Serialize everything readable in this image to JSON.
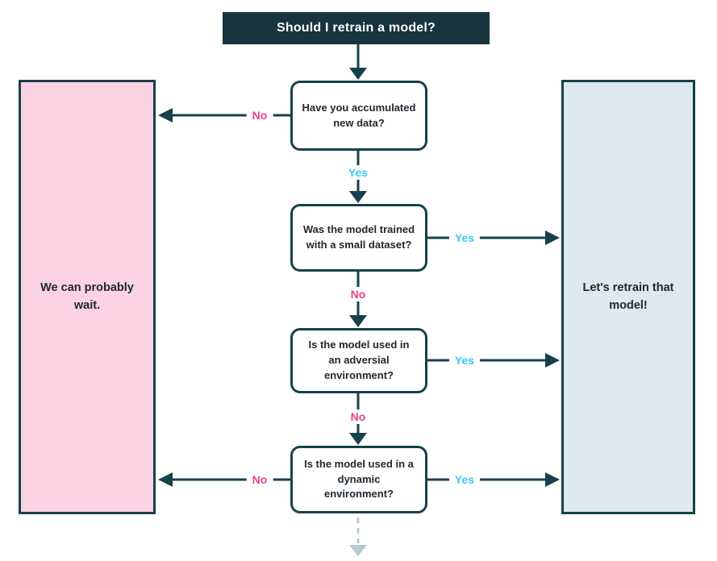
{
  "title": {
    "label": "Should I retrain a model?"
  },
  "questions": [
    {
      "id": "q1",
      "text": "Have you accumulated new data?"
    },
    {
      "id": "q2",
      "text": "Was the model trained with a small dataset?"
    },
    {
      "id": "q3",
      "text": "Is the model used in an adversial environment?"
    },
    {
      "id": "q4",
      "text": "Is the model used in a dynamic environment?"
    }
  ],
  "outcomes": {
    "wait": {
      "text": "We can probably wait."
    },
    "retrain": {
      "text": "Let's retrain that model!"
    }
  },
  "edges": [
    {
      "from": "start",
      "to": "q1",
      "label": ""
    },
    {
      "from": "q1",
      "to": "wait",
      "label": "No"
    },
    {
      "from": "q1",
      "to": "q2",
      "label": "Yes"
    },
    {
      "from": "q2",
      "to": "retrain",
      "label": "Yes"
    },
    {
      "from": "q2",
      "to": "q3",
      "label": "No"
    },
    {
      "from": "q3",
      "to": "retrain",
      "label": "Yes"
    },
    {
      "from": "q3",
      "to": "q4",
      "label": "No"
    },
    {
      "from": "q4",
      "to": "wait",
      "label": "No"
    },
    {
      "from": "q4",
      "to": "retrain",
      "label": "Yes"
    },
    {
      "from": "q4",
      "to": "continues",
      "label": "",
      "style": "dashed"
    }
  ],
  "colors": {
    "dark_teal": "#17414c",
    "title_bg": "#16333e",
    "yes_label": "#3cc7f5",
    "no_label": "#ee3e8e",
    "wait_fill": "#fbd2e2",
    "retrain_fill": "#dde9ee",
    "dashed_arrow": "#b4c9d2",
    "question_text": "#20282f",
    "title_text": "#ffffff"
  }
}
